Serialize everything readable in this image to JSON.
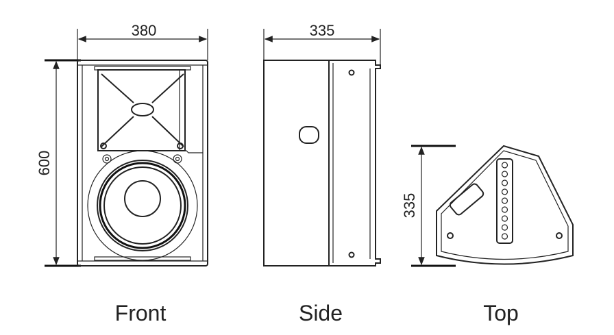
{
  "views": {
    "front": {
      "label": "Front",
      "width_dim": "380",
      "height_dim": "600"
    },
    "side": {
      "label": "Side",
      "depth_dim": "335"
    },
    "top": {
      "label": "Top",
      "depth_dim": "335"
    }
  }
}
